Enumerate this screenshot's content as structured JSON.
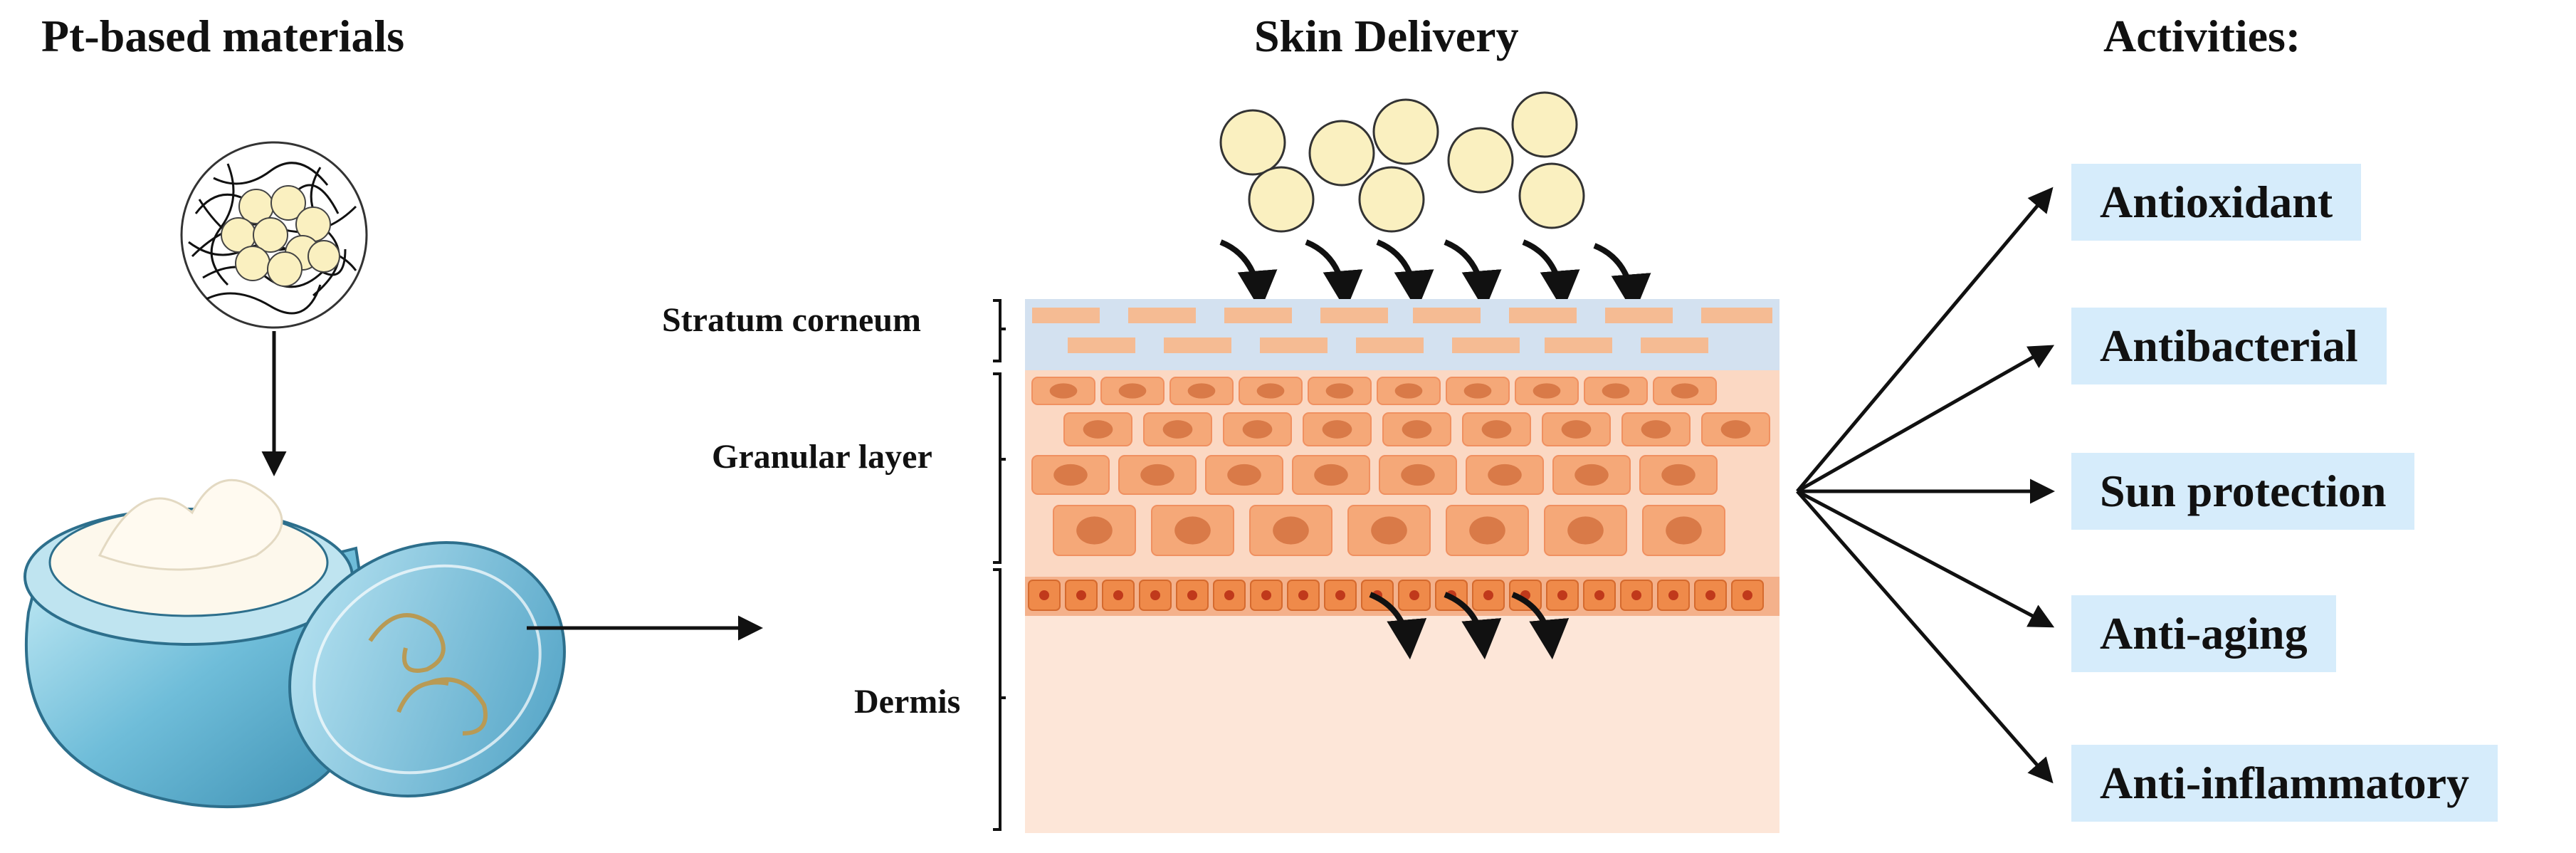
{
  "titles": {
    "materials": "Pt-based materials",
    "delivery": "Skin Delivery",
    "activities": "Activities:"
  },
  "skin_layers": {
    "stratum_corneum": "Stratum corneum",
    "granular": "Granular layer",
    "dermis": "Dermis"
  },
  "activities": [
    "Antioxidant",
    "Antibacterial",
    "Sun protection",
    "Anti-aging",
    "Anti-inflammatory"
  ],
  "colors": {
    "particle": "#faf0c0",
    "stratum_corneum": "#d3e1f0",
    "granular_bg": "#fbd8c3",
    "cell": "#f5a878",
    "nucleus": "#d97a48",
    "basal": "#ef8a4a",
    "dermis": "#fde6d8",
    "activity_bg": "#d6ecfb",
    "jar": "#8fd0e6"
  }
}
